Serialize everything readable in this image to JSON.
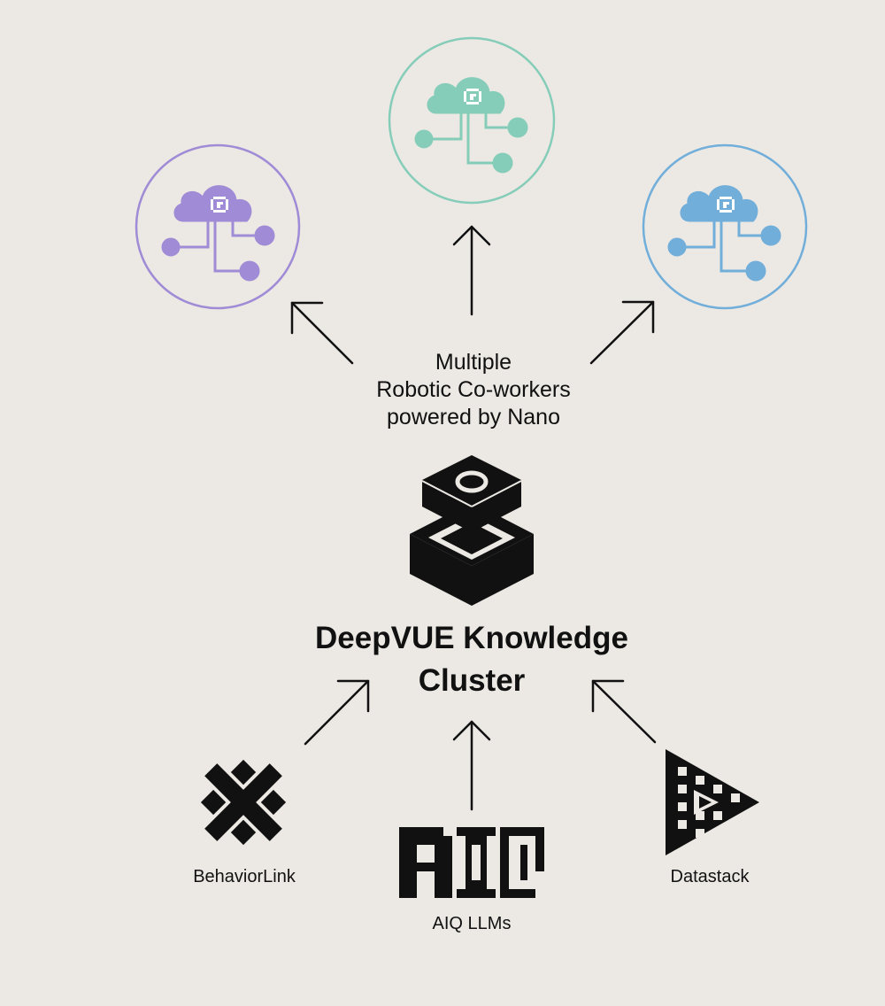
{
  "diagram": {
    "coworkers": {
      "label_lines": [
        "Multiple",
        "Robotic Co-workers",
        "powered by Nano"
      ],
      "nodes": [
        {
          "name": "coworker-purple",
          "icon": "cloud-network-icon",
          "color": "#A08BD6"
        },
        {
          "name": "coworker-teal",
          "icon": "cloud-network-icon",
          "color": "#86CDB9"
        },
        {
          "name": "coworker-blue",
          "icon": "cloud-network-icon",
          "color": "#72AEDA"
        }
      ]
    },
    "cluster": {
      "title_lines": [
        "DeepVUE Knowledge",
        "Cluster"
      ],
      "icon": "stacked-blocks-icon"
    },
    "sources": [
      {
        "label": "BehaviorLink",
        "icon": "pixel-cross-icon"
      },
      {
        "label": "AIQ LLMs",
        "icon": "pixel-aiq-icon"
      },
      {
        "label": "Datastack",
        "icon": "impossible-triangle-icon"
      }
    ],
    "colors": {
      "background": "#ECE9E4",
      "ink": "#111111",
      "purple": "#A08BD6",
      "teal": "#86CDB9",
      "blue": "#72AEDA"
    }
  }
}
